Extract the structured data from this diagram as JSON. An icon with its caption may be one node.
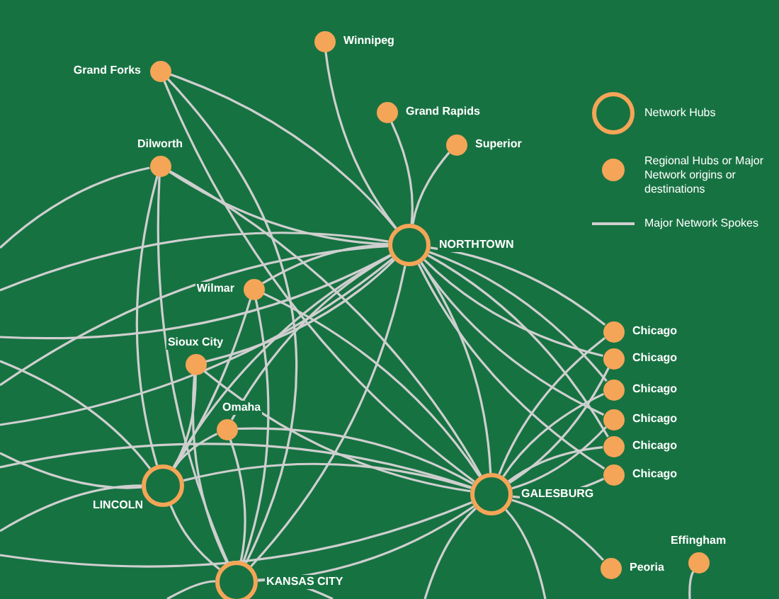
{
  "diagram": {
    "nodes": [
      {
        "text": [
          "Winnipeg"
        ]
      },
      {
        "text": [
          "Grand Forks"
        ]
      },
      {
        "text": [
          "Grand Rapids"
        ]
      },
      {
        "text": [
          "Dilworth"
        ]
      },
      {
        "text": [
          "Superior"
        ]
      },
      {
        "text": [
          "NORTHTOWN"
        ]
      },
      {
        "text": [
          "Wilmar"
        ]
      },
      {
        "text": [
          "Chicago"
        ]
      },
      {
        "text": [
          "Chicago"
        ]
      },
      {
        "text": [
          "Chicago"
        ]
      },
      {
        "text": [
          "Chicago"
        ]
      },
      {
        "text": [
          "Chicago"
        ]
      },
      {
        "text": [
          "Chicago"
        ]
      },
      {
        "text": [
          "Sioux City"
        ]
      },
      {
        "text": [
          "Omaha"
        ]
      },
      {
        "text": [
          "LINCOLN"
        ]
      },
      {
        "text": [
          "GALESBURG"
        ]
      },
      {
        "text": [
          "Effingham"
        ]
      },
      {
        "text": [
          "Peoria"
        ]
      },
      {
        "text": [
          "KANSAS CITY"
        ]
      }
    ],
    "edges": [
      {
        "from": 5,
        "to": 0,
        "arrow": "none"
      },
      {
        "from": 5,
        "to": 2,
        "arrow": "none"
      },
      {
        "from": 5,
        "to": 4,
        "arrow": "none"
      },
      {
        "from": 5,
        "to": 1,
        "arrow": "none"
      },
      {
        "from": 5,
        "to": 3,
        "arrow": "none"
      },
      {
        "from": 5,
        "to": 6,
        "arrow": "none"
      },
      {
        "from": 5,
        "to": 7,
        "arrow": "none"
      },
      {
        "from": 5,
        "to": 8,
        "arrow": "none"
      },
      {
        "from": 5,
        "to": 9,
        "arrow": "none"
      },
      {
        "from": 5,
        "to": 10,
        "arrow": "none"
      },
      {
        "from": 5,
        "to": 11,
        "arrow": "none"
      },
      {
        "from": 5,
        "to": 12,
        "arrow": "none"
      },
      {
        "from": 5,
        "to": 16,
        "arrow": "none"
      },
      {
        "from": 5,
        "to": 15,
        "arrow": "none"
      },
      {
        "from": 5,
        "to": 19,
        "arrow": "none"
      },
      {
        "from": 5,
        "to": 14,
        "arrow": "none"
      },
      {
        "from": 5,
        "to": 13,
        "arrow": "none"
      },
      {
        "from": null,
        "to": 5,
        "arrow": "none"
      },
      {
        "from": null,
        "to": 5,
        "arrow": "none"
      },
      {
        "from": null,
        "to": 5,
        "arrow": "none"
      },
      {
        "from": null,
        "to": 5,
        "arrow": "none"
      },
      {
        "from": 1,
        "to": 16,
        "arrow": "none"
      },
      {
        "from": 1,
        "to": 19,
        "arrow": "none"
      },
      {
        "from": 3,
        "to": 16,
        "arrow": "none"
      },
      {
        "from": 3,
        "to": 19,
        "arrow": "none"
      },
      {
        "from": 3,
        "to": 15,
        "arrow": "none"
      },
      {
        "from": null,
        "to": 3,
        "arrow": "none"
      },
      {
        "from": 6,
        "to": 15,
        "arrow": "none"
      },
      {
        "from": 6,
        "to": 16,
        "arrow": "none"
      },
      {
        "from": 6,
        "to": 19,
        "arrow": "none"
      },
      {
        "from": 16,
        "to": 7,
        "arrow": "none"
      },
      {
        "from": 16,
        "to": 8,
        "arrow": "none"
      },
      {
        "from": 16,
        "to": 9,
        "arrow": "none"
      },
      {
        "from": 16,
        "to": 10,
        "arrow": "none"
      },
      {
        "from": 16,
        "to": 11,
        "arrow": "none"
      },
      {
        "from": 16,
        "to": 12,
        "arrow": "none"
      },
      {
        "from": 16,
        "to": 18,
        "arrow": "none"
      },
      {
        "from": 16,
        "to": 15,
        "arrow": "none"
      },
      {
        "from": 16,
        "to": 19,
        "arrow": "none"
      },
      {
        "from": 16,
        "to": 14,
        "arrow": "none"
      },
      {
        "from": 16,
        "to": 13,
        "arrow": "none"
      },
      {
        "from": 16,
        "to": null,
        "arrow": "none"
      },
      {
        "from": 16,
        "to": null,
        "arrow": "none"
      },
      {
        "from": 16,
        "to": null,
        "arrow": "none"
      },
      {
        "from": 16,
        "to": null,
        "arrow": "none"
      },
      {
        "from": 15,
        "to": 13,
        "arrow": "none"
      },
      {
        "from": 15,
        "to": 14,
        "arrow": "none"
      },
      {
        "from": 15,
        "to": 19,
        "arrow": "none"
      },
      {
        "from": null,
        "to": 15,
        "arrow": "none"
      },
      {
        "from": null,
        "to": 15,
        "arrow": "none"
      },
      {
        "from": null,
        "to": 15,
        "arrow": "none"
      },
      {
        "from": 19,
        "to": 14,
        "arrow": "none"
      },
      {
        "from": 19,
        "to": 13,
        "arrow": "none"
      },
      {
        "from": 19,
        "to": null,
        "arrow": "none"
      },
      {
        "from": 19,
        "to": null,
        "arrow": "none"
      },
      {
        "from": 17,
        "to": null,
        "arrow": "none"
      }
    ],
    "legend": [
      {
        "text": "Network Hubs"
      },
      {
        "text": "Regional Hubs or Major Network origins or destinations"
      },
      {
        "text": "Major Network Spokes"
      }
    ]
  }
}
